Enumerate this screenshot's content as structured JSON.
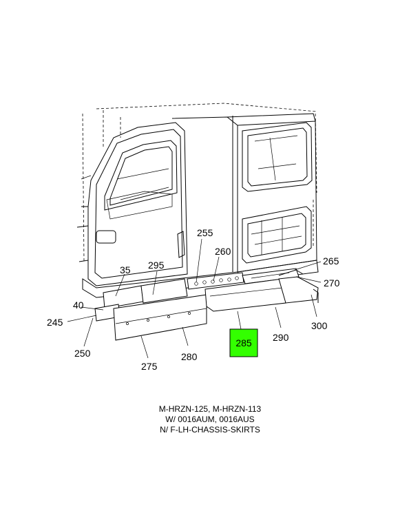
{
  "callouts": {
    "c35": "35",
    "c40": "40",
    "c245": "245",
    "c250": "250",
    "c255": "255",
    "c260": "260",
    "c265": "265",
    "c270": "270",
    "c275": "275",
    "c280": "280",
    "c285": "285",
    "c290": "290",
    "c295": "295",
    "c300": "300"
  },
  "highlight_color": "#33ff00",
  "caption": {
    "line1": "M-HRZN-125, M-HRZN-113",
    "line2": "W/ 0016AUM, 0016AUS",
    "line3": "N/ F-LH-CHASSIS-SKIRTS"
  }
}
